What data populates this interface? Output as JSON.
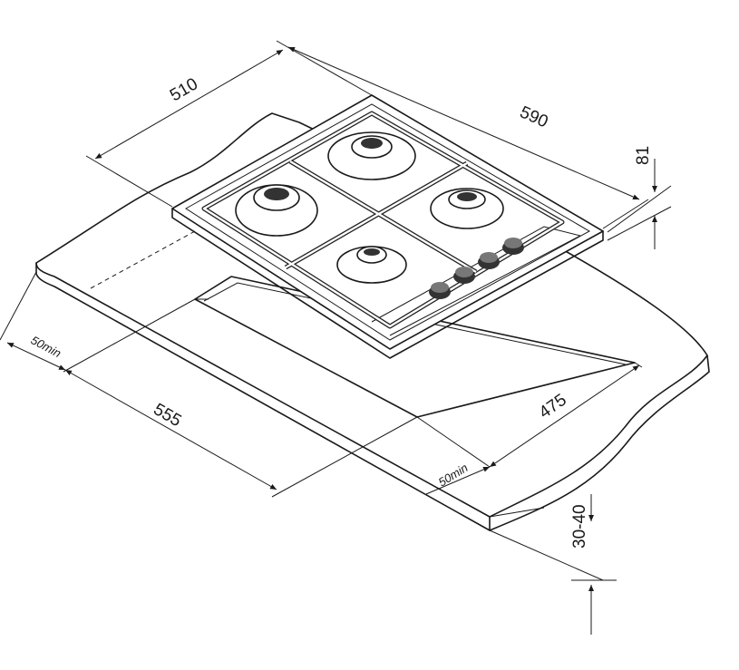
{
  "dimensions": {
    "hob_depth": "510",
    "hob_width": "590",
    "hob_height": "81",
    "left_clearance": "50min",
    "cutout_width": "555",
    "cutout_depth": "475",
    "front_clearance": "50min",
    "worktop_thickness": "30-40"
  }
}
